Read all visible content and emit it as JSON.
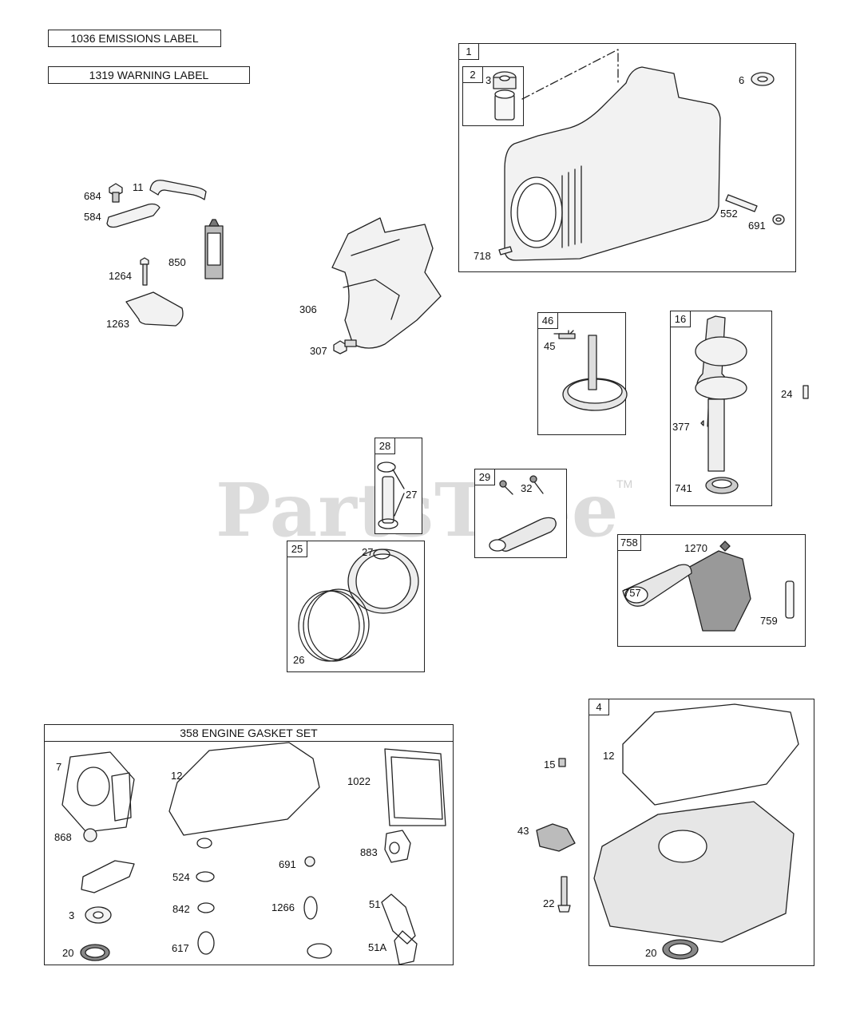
{
  "labels": {
    "emissions": "1036 EMISSIONS LABEL",
    "warning": "1319 WARNING LABEL"
  },
  "watermark": {
    "text": "PartsTree",
    "tm": "TM"
  },
  "boxes": {
    "b1": "1",
    "b2": "2",
    "b46": "46",
    "b16": "16",
    "b28": "28",
    "b29": "29",
    "b25": "25",
    "b758": "758",
    "b4": "4"
  },
  "gasket_set": {
    "title": "358 ENGINE GASKET SET"
  },
  "part_numbers": {
    "p684": "684",
    "p11": "11",
    "p584": "584",
    "p850": "850",
    "p1264": "1264",
    "p1263": "1263",
    "p306": "306",
    "p307": "307",
    "p3a": "3",
    "p6": "6",
    "p552": "552",
    "p691a": "691",
    "p718": "718",
    "p45": "45",
    "p24": "24",
    "p377": "377",
    "p741": "741",
    "p27a": "27",
    "p32": "32",
    "p27b": "27",
    "p26": "26",
    "p1270": "1270",
    "p757": "757",
    "p759": "759",
    "p7": "7",
    "p12a": "12",
    "p1022": "1022",
    "p868": "868",
    "p691b": "691",
    "p883": "883",
    "p524": "524",
    "p842": "842",
    "p1266": "1266",
    "p51": "51",
    "p3b": "3",
    "p20a": "20",
    "p617": "617",
    "p51A": "51A",
    "p15": "15",
    "p43": "43",
    "p22": "22",
    "p12b": "12",
    "p20b": "20"
  },
  "colors": {
    "line": "#222222",
    "fill": "#f2f2f2",
    "shade": "#9a9a9a",
    "watermark": "#d6d6d6"
  }
}
